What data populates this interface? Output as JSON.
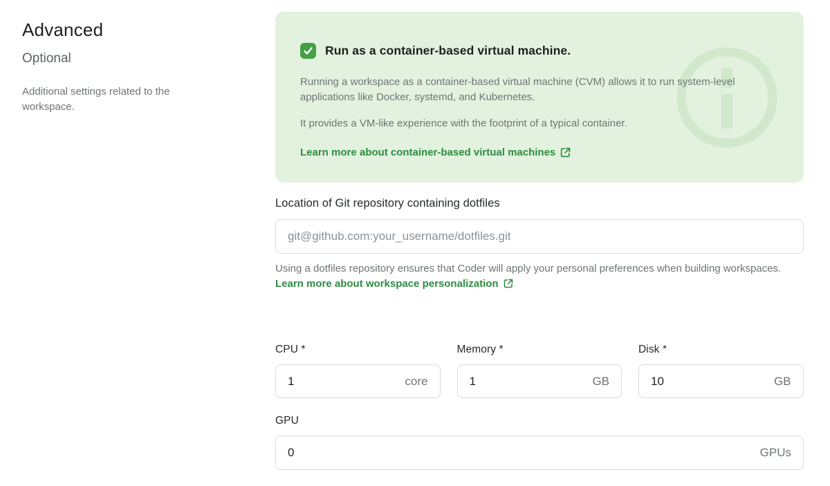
{
  "section": {
    "title": "Advanced",
    "subtitle": "Optional",
    "description": "Additional settings related to the workspace."
  },
  "cvm_panel": {
    "checkbox_checked": true,
    "title": "Run as a container-based virtual machine.",
    "paragraph1": "Running a workspace as a container-based virtual machine (CVM) allows it to run system-level applications like Docker, systemd, and Kubernetes.",
    "paragraph2": "It provides a VM-like experience with the footprint of a typical container.",
    "link_label": "Learn more about container-based virtual machines"
  },
  "dotfiles": {
    "label": "Location of Git repository containing dotfiles",
    "value": "",
    "placeholder": "git@github.com:your_username/dotfiles.git",
    "helper_text": "Using a dotfiles repository ensures that Coder will apply your personal preferences when building workspaces.",
    "link_label": "Learn more about workspace personalization"
  },
  "resources": {
    "cpu": {
      "label": "CPU *",
      "value": "1",
      "suffix": "core"
    },
    "memory": {
      "label": "Memory *",
      "value": "1",
      "suffix": "GB"
    },
    "disk": {
      "label": "Disk *",
      "value": "10",
      "suffix": "GB"
    },
    "gpu": {
      "label": "GPU",
      "value": "0",
      "suffix": "GPUs"
    }
  },
  "icons": {
    "checkbox": "check-icon",
    "external_link": "external-link-icon",
    "watermark": "info-icon"
  },
  "colors": {
    "panel_green": "#e2f2de",
    "checkbox_green": "#43a047",
    "link_green": "#2e8b41",
    "watermark_green": "rgba(60,150,60,0.10)"
  }
}
